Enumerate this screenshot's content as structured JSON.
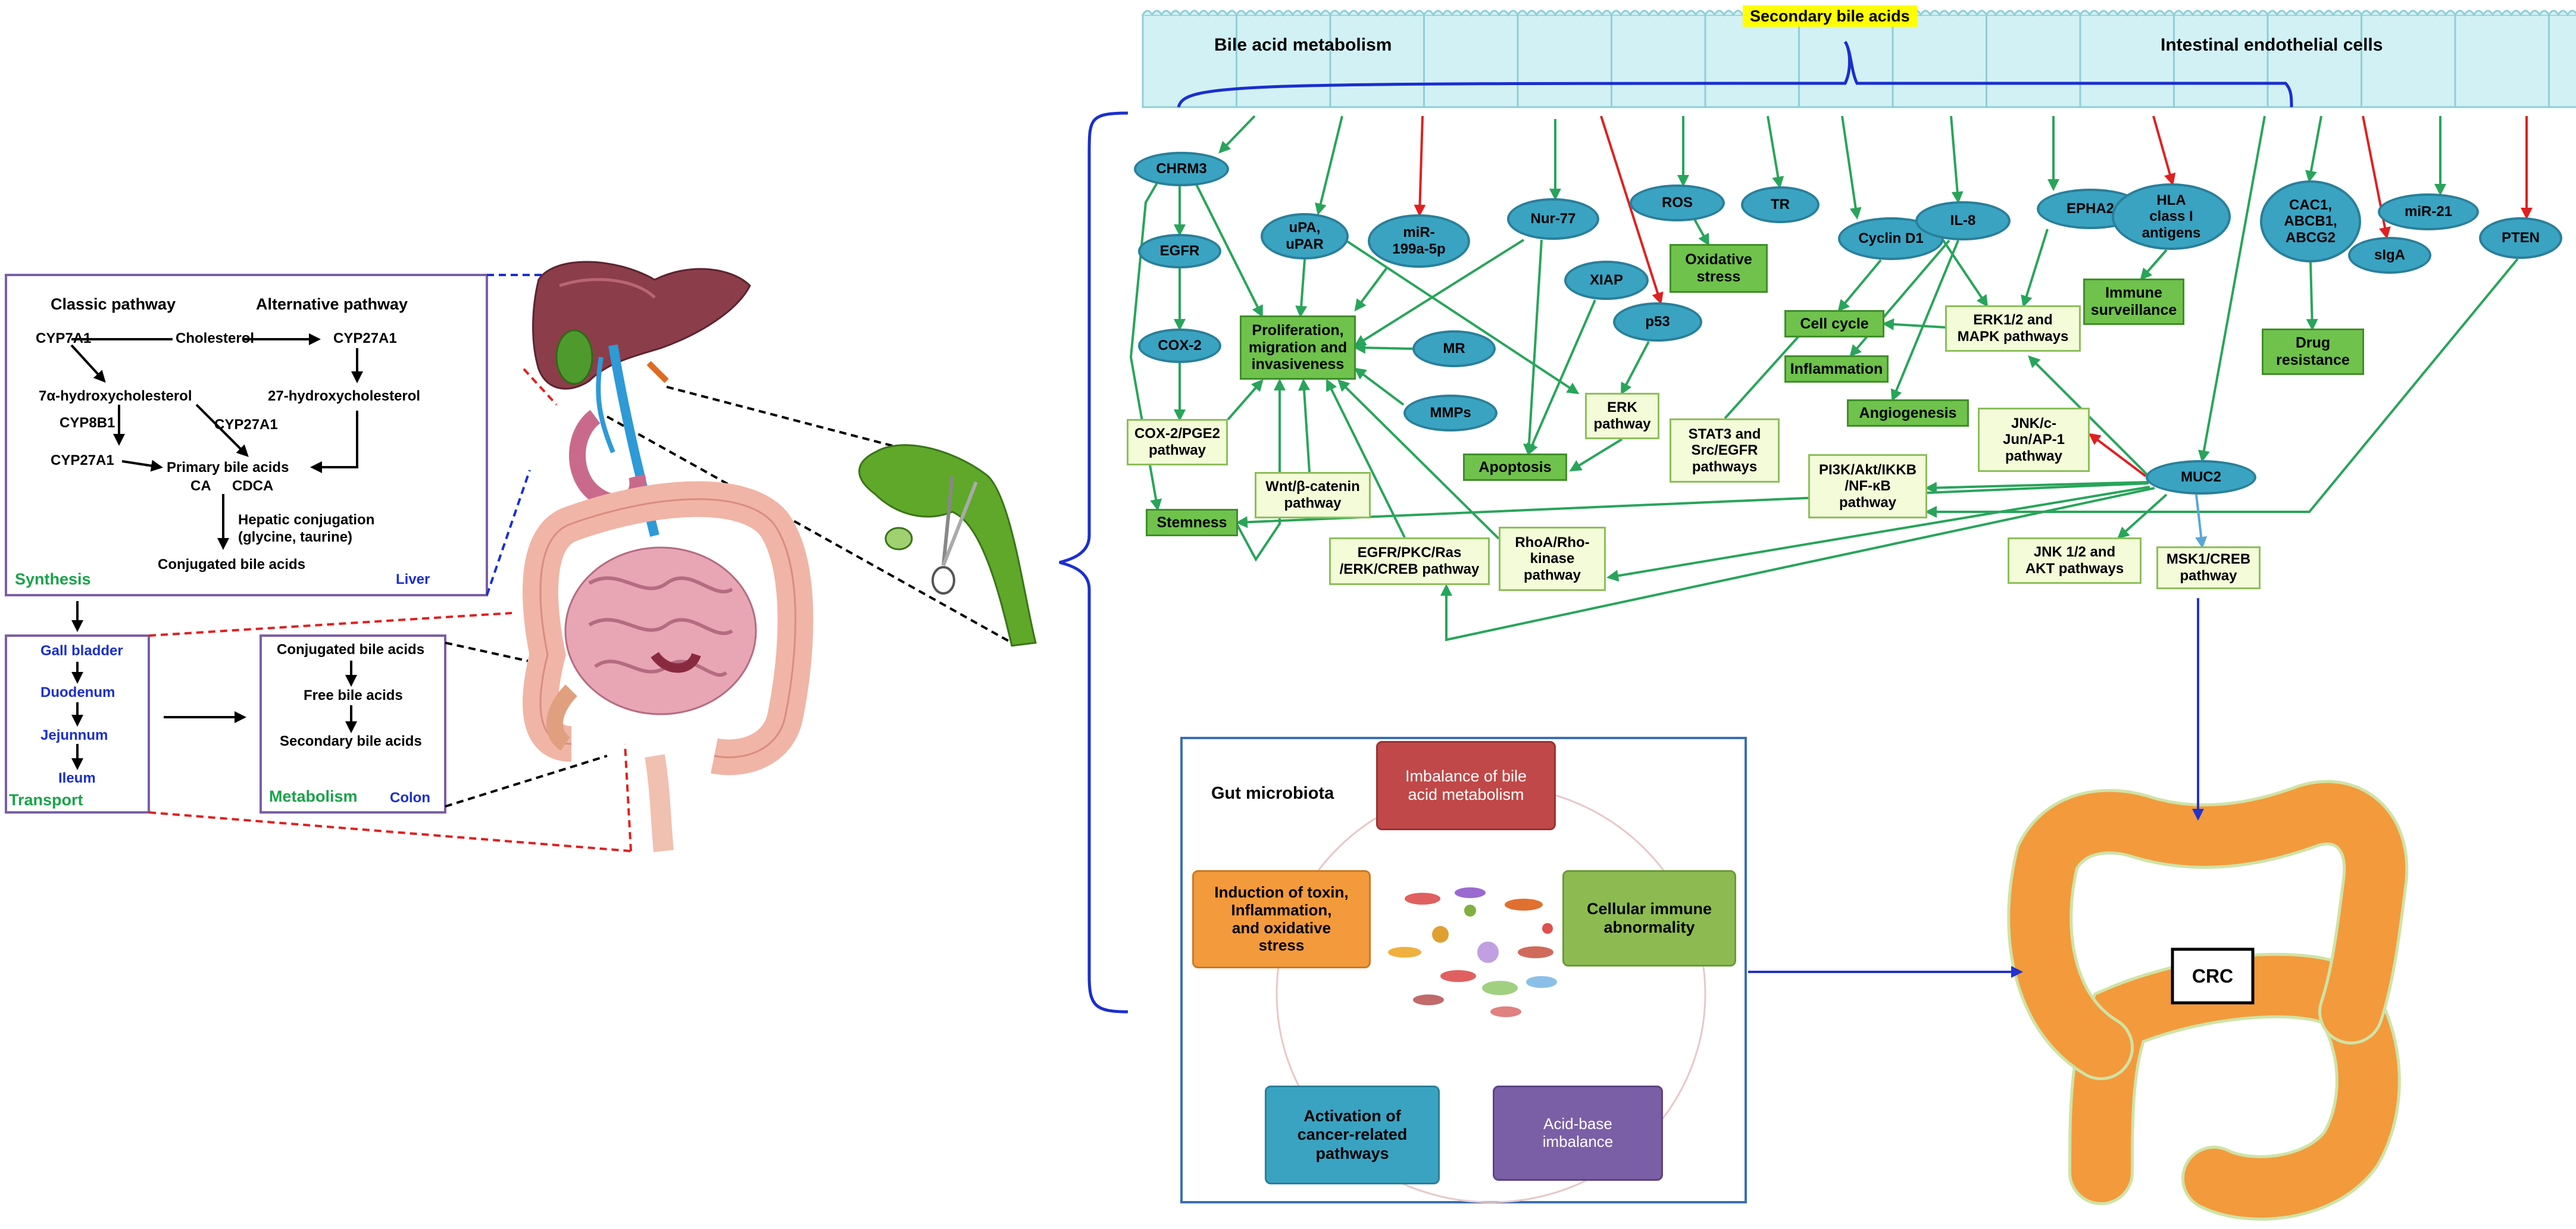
{
  "liver_panel": {
    "classic_pathway": "Classic pathway",
    "alternative_pathway": "Alternative pathway",
    "cyp7a1": "CYP7A1",
    "cholesterol": "Cholesterol",
    "cyp27a1_top": "CYP27A1",
    "hydroxy7": "7α-hydroxycholesterol",
    "hydroxy27": "27-hydroxycholesterol",
    "cyp8b1": "CYP8B1",
    "cyp27a1_mid": "CYP27A1",
    "cyp27a1_low": "CYP27A1",
    "primary": "Primary  bile acids",
    "ca": "CA",
    "cdca": "CDCA",
    "hepatic": "Hepatic conjugation\n(glycine, taurine)",
    "conjugated": "Conjugated bile acids",
    "synthesis": "Synthesis",
    "liver": "Liver"
  },
  "transport_panel": {
    "gall_bladder": "Gall bladder",
    "duodenum": "Duodenum",
    "jejunum": "Jejunnum",
    "ileum": "Ileum",
    "transport": "Transport"
  },
  "colon_panel": {
    "conjugated": "Conjugated bile acids",
    "free": "Free bile acids",
    "secondary": "Secondary bile acids",
    "metabolism": "Metabolism",
    "colon": "Colon"
  },
  "epithelium": {
    "secondary_bile_acids": "Secondary bile acids",
    "bile_acid_metabolism": "Bile acid metabolism",
    "intestinal_cells": "Intestinal endothelial cells"
  },
  "nodes": {
    "chrm3": "CHRM3",
    "egfr": "EGFR",
    "cox2": "COX-2",
    "upa": "uPA,\nuPAR",
    "mir199": "miR-\n199a-5p",
    "nur77": "Nur-77",
    "ros": "ROS",
    "tr": "TR",
    "cyclin": "Cyclin D1",
    "il8": "IL-8",
    "epha2": "EPHA2",
    "hla": "HLA\nclass I\nantigens",
    "cac1": "CAC1,\nABCB1,\nABCG2",
    "mir21": "miR-21",
    "siga": "sIgA",
    "pten": "PTEN",
    "xiap": "XIAP",
    "p53": "p53",
    "mr": "MR",
    "mmps": "MMPs",
    "muc2": "MUC2",
    "prolif": "Proliferation,\nmigration and\ninvasiveness",
    "oxid": "Oxidative\nstress",
    "cellcycle": "Cell cycle",
    "inflam": "Inflammation",
    "angio": "Angiogenesis",
    "immune": "Immune\nsurveillance",
    "drug": "Drug\nresistance",
    "apoptosis": "Apoptosis",
    "stemness": "Stemness",
    "cox2pge2": "COX-2/PGE2\npathway",
    "wnt": "Wnt/β-catenin\npathway",
    "egfrpkc": "EGFR/PKC/Ras\n/ERK/CREB pathway",
    "rhoa": "RhoA/Rho-\nkinase\npathway",
    "erk": "ERK\npathway",
    "stat3": "STAT3 and\nSrc/EGFR\npathways",
    "pi3k": "PI3K/Akt/IKKB\n/NF-κB\npathway",
    "erk12": "ERK1/2 and\nMAPK pathways",
    "jnkc": "JNK/c-\nJun/AP-1\npathway",
    "jnk12": "JNK 1/2 and\nAKT pathways",
    "msk1": "MSK1/CREB\npathway"
  },
  "microbiota": {
    "title": "Gut microbiota",
    "imbalance": "Imbalance of bile\nacid metabolism",
    "immune": "Cellular immune\nabnormality",
    "acid": "Acid-base\nimbalance",
    "activation": "Activation of\ncancer-related\npathways",
    "toxin": "Induction of toxin,\nInflammation,\nand oxidative\nstress"
  },
  "crc": "CRC",
  "colors": {
    "node_blue": "#3aa3c2",
    "box_green": "#6fc24b",
    "box_light": "#f3fbd8",
    "arrow_green": "#28a55a",
    "arrow_red": "#e02020",
    "arrow_blue": "#2233cc",
    "panel_border": "#7b5fa6",
    "colon_orange": "#f39a3c",
    "title_green": "#1aa34a",
    "label_blue": "#1a2fd0"
  }
}
